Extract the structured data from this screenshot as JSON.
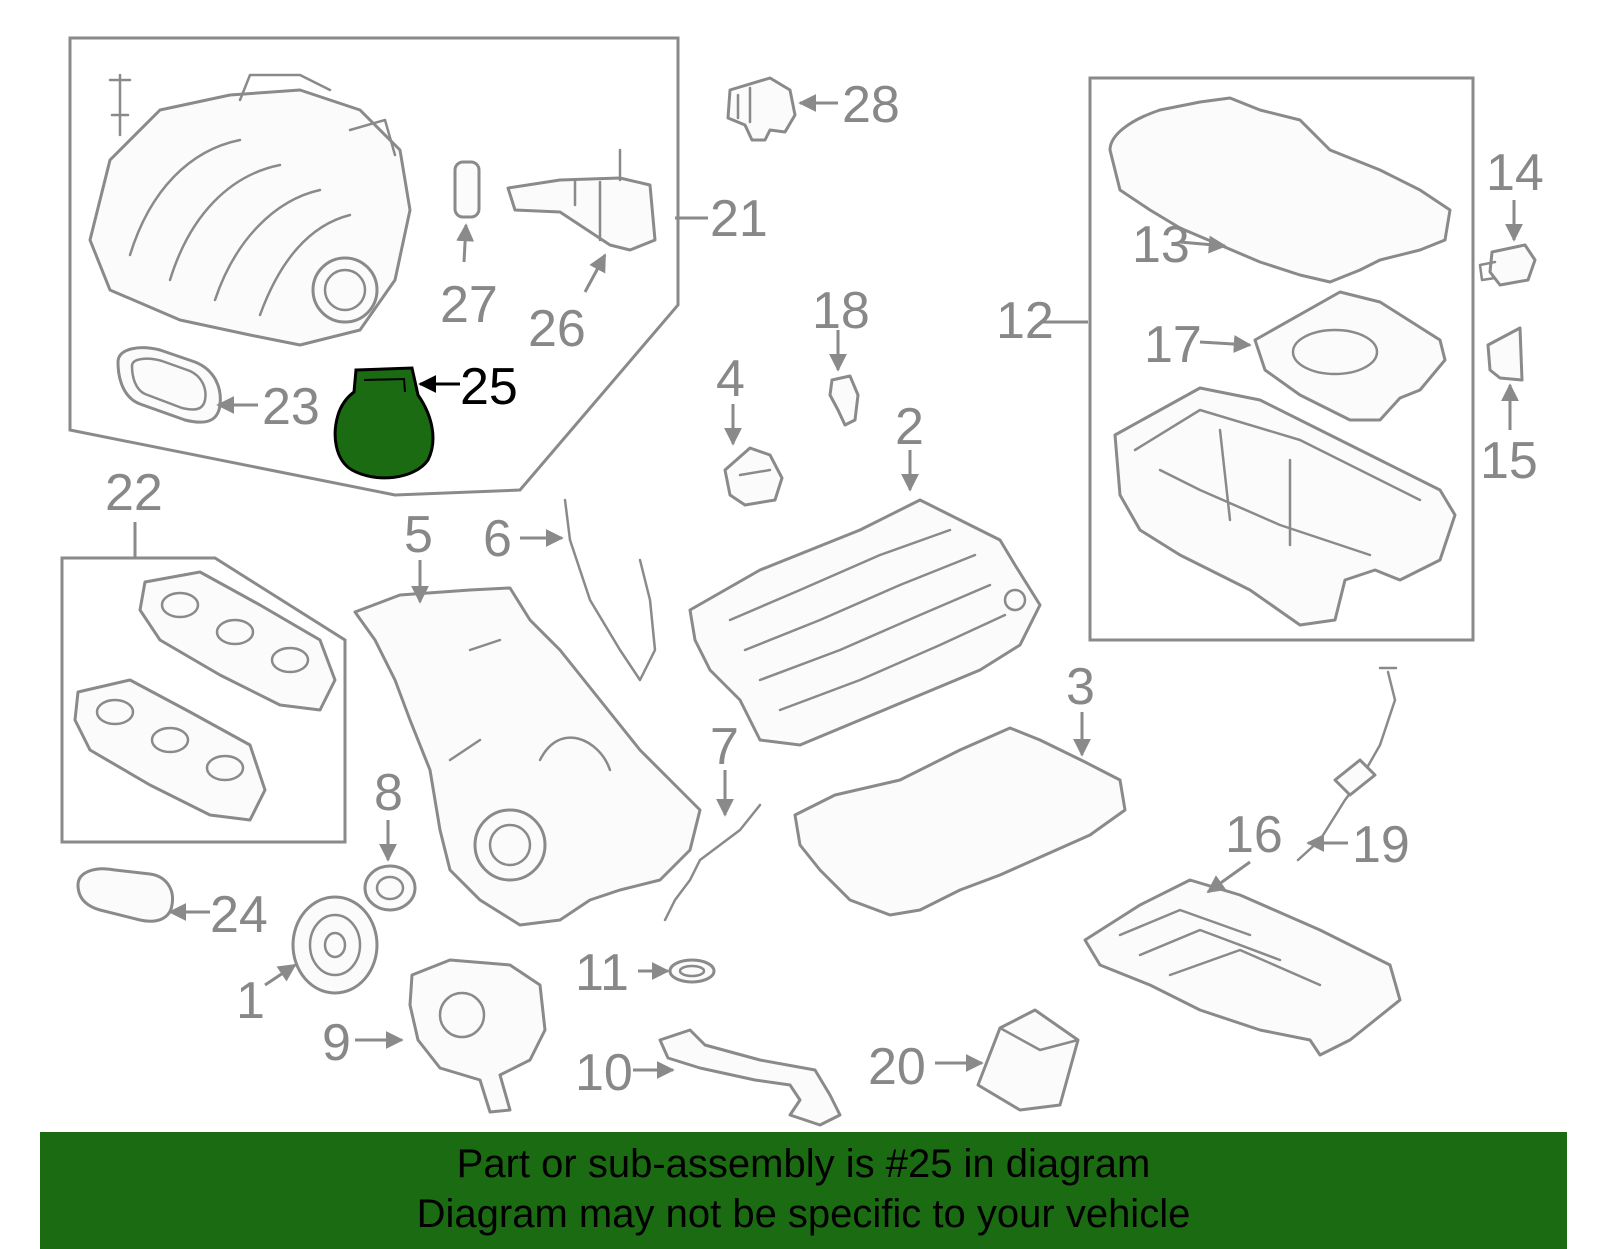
{
  "diagram": {
    "highlight_color": "#1b6b12",
    "highlighted_part": "25",
    "callouts": [
      "1",
      "2",
      "3",
      "4",
      "5",
      "6",
      "7",
      "8",
      "9",
      "10",
      "11",
      "12",
      "13",
      "14",
      "15",
      "16",
      "17",
      "18",
      "19",
      "20",
      "21",
      "22",
      "23",
      "24",
      "25",
      "26",
      "27",
      "28"
    ]
  },
  "banner": {
    "line1": "Part or sub-assembly is #25 in diagram",
    "line2": "Diagram may not be specific to your vehicle",
    "background": "#1b6b12"
  }
}
